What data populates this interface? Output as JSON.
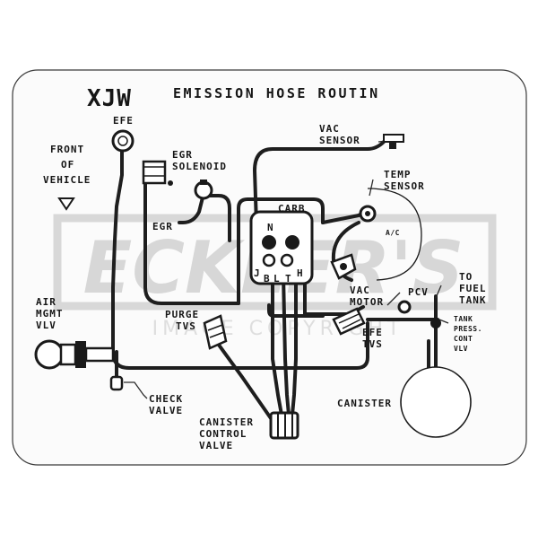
{
  "header": {
    "code": "XJW",
    "title": "EMISSION HOSE ROUTIN"
  },
  "labels": {
    "efe": "EFE",
    "front_1": "FRONT",
    "front_2": "OF",
    "front_3": "VEHICLE",
    "egr_solenoid_1": "EGR",
    "egr_solenoid_2": "SOLENOID",
    "egr": "EGR",
    "vac_sensor_1": "VAC",
    "vac_sensor_2": "SENSOR",
    "temp_sensor_1": "TEMP",
    "temp_sensor_2": "SENSOR",
    "ac": "A/C",
    "carb": "CARB",
    "port_n": "N",
    "port_j": "J",
    "port_b": "B",
    "port_l": "L",
    "port_t": "T",
    "port_h": "H",
    "air_mgmt_1": "AIR",
    "air_mgmt_2": "MGMT",
    "air_mgmt_3": "VLV",
    "purge_tvs_1": "PURGE",
    "purge_tvs_2": "TVS",
    "vac_motor_1": "VAC",
    "vac_motor_2": "MOTOR",
    "pcv": "PCV",
    "to_fuel_tank_1": "TO",
    "to_fuel_tank_2": "FUEL",
    "to_fuel_tank_3": "TANK",
    "tank_press_1": "TANK",
    "tank_press_2": "PRESS.",
    "tank_press_3": "CONT",
    "tank_press_4": "VLV",
    "efe_tvs_1": "EFE",
    "efe_tvs_2": "TVS",
    "check_valve_1": "CHECK",
    "check_valve_2": "VALVE",
    "canister": "CANISTER",
    "canister_control_1": "CANISTER",
    "canister_control_2": "CONTROL",
    "canister_control_3": "VALVE"
  },
  "watermark": {
    "brand": "ECKLER'S",
    "subtitle": "IMAGE COPYRIGHT"
  }
}
